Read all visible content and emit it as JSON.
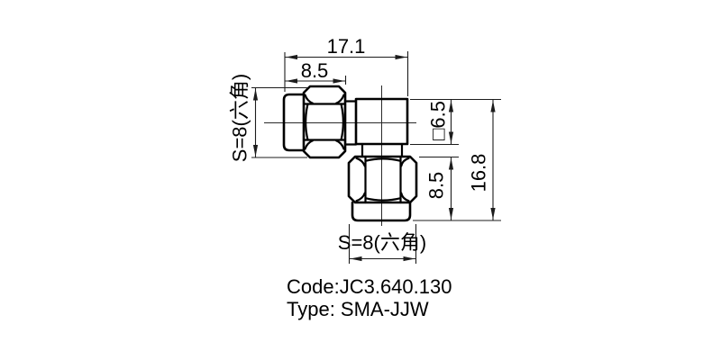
{
  "drawing": {
    "background": "#ffffff",
    "line_color": "#000000",
    "dimensions": {
      "top_total": "17.1",
      "top_hex": "8.5",
      "square_size": "□6.5",
      "overall_height": "16.8",
      "lower_height": "8.5",
      "left_hex": "S=8(六角)",
      "bottom_hex": "S=8(六角)"
    },
    "labels": {
      "code": "Code:JC3.640.130",
      "type": "Type: SMA-JJW"
    }
  }
}
